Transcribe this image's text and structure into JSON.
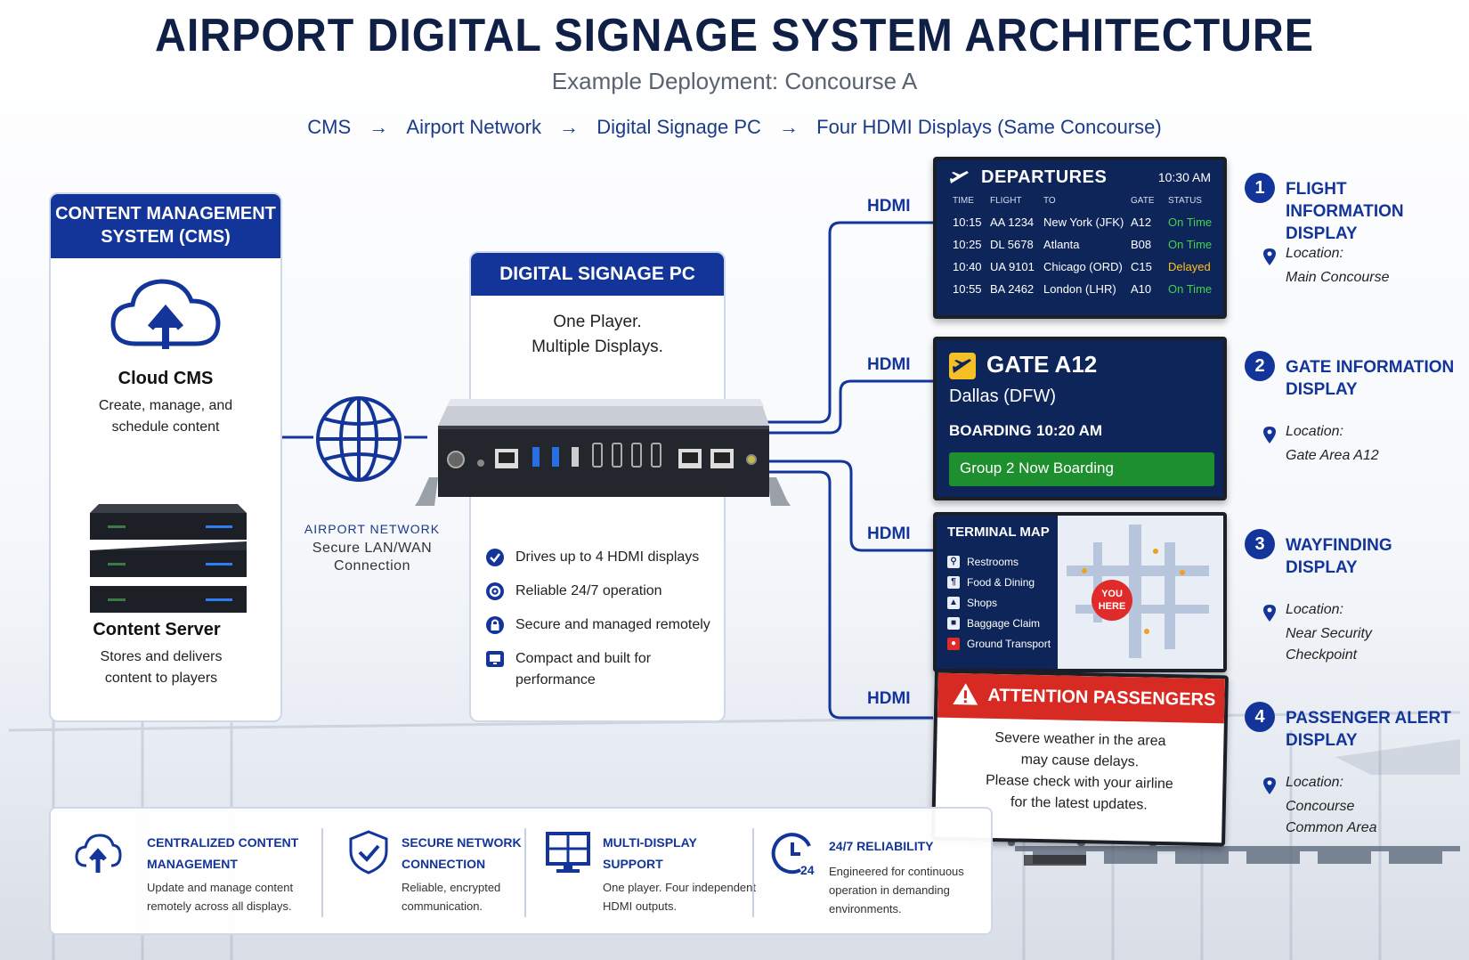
{
  "header": {
    "title": "AIRPORT DIGITAL SIGNAGE SYSTEM ARCHITECTURE",
    "subtitle": "Example Deployment: Concourse A",
    "flow": [
      "CMS",
      "Airport Network",
      "Digital Signage PC",
      "Four HDMI Displays (Same Concourse)"
    ],
    "flow_arrow": "→"
  },
  "colors": {
    "primary": "#13359a",
    "title": "#0f1f45",
    "status_green": "#42d24c",
    "status_amber": "#ffc21a",
    "alert_red": "#d72a22",
    "boarding_green": "#1e8f2f"
  },
  "cms": {
    "heading": "CONTENT MANAGEMENT SYSTEM (CMS)",
    "cloud_title": "Cloud CMS",
    "cloud_desc": "Create, manage, and schedule content",
    "server_title": "Content Server",
    "server_desc": "Stores and delivers content to players",
    "icons": [
      "cloud-upload-icon",
      "server-stack-icon"
    ]
  },
  "network": {
    "title": "AIRPORT NETWORK",
    "desc": "Secure LAN/WAN Connection",
    "icon": "globe-icon"
  },
  "pc": {
    "heading": "DIGITAL SIGNAGE PC",
    "tagline": "One Player. Multiple Displays.",
    "features": [
      {
        "icon": "check-circle-icon",
        "text": "Drives up to 4 HDMI displays"
      },
      {
        "icon": "gear-icon",
        "text": "Reliable 24/7 operation"
      },
      {
        "icon": "lock-icon",
        "text": "Secure and managed remotely"
      },
      {
        "icon": "monitor-icon",
        "text": "Compact and built for performance"
      }
    ]
  },
  "hdmi_label": "HDMI",
  "displays": {
    "departures": {
      "title": "DEPARTURES",
      "time": "10:30 AM",
      "columns": [
        "TIME",
        "FLIGHT",
        "TO",
        "GATE",
        "STATUS"
      ],
      "rows": [
        {
          "time": "10:15",
          "flight": "AA 1234",
          "to": "New York (JFK)",
          "gate": "A12",
          "status": "On Time"
        },
        {
          "time": "10:25",
          "flight": "DL 5678",
          "to": "Atlanta",
          "gate": "B08",
          "status": "On Time"
        },
        {
          "time": "10:40",
          "flight": "UA 9101",
          "to": "Chicago (ORD)",
          "gate": "C15",
          "status": "Delayed"
        },
        {
          "time": "10:55",
          "flight": "BA 2462",
          "to": "London (LHR)",
          "gate": "A10",
          "status": "On Time"
        }
      ]
    },
    "gate": {
      "title": "GATE A12",
      "destination": "Dallas (DFW)",
      "boarding_label": "BOARDING",
      "boarding_time": "10:20 AM",
      "status": "Group 2 Now Boarding"
    },
    "map": {
      "title": "TERMINAL MAP",
      "items": [
        "Restrooms",
        "Food & Dining",
        "Shops",
        "Baggage Claim",
        "Ground Transport"
      ],
      "marker": "YOU HERE"
    },
    "alert": {
      "title": "ATTENTION PASSENGERS",
      "lines": [
        "Severe weather in the area",
        "may cause delays.",
        "Please check with your airline",
        "for the latest updates."
      ]
    }
  },
  "display_info": [
    {
      "number": "1",
      "title": "FLIGHT INFORMATION DISPLAY",
      "location_label": "Location:",
      "location": "Main Concourse"
    },
    {
      "number": "2",
      "title": "GATE INFORMATION DISPLAY",
      "location_label": "Location:",
      "location": "Gate Area A12"
    },
    {
      "number": "3",
      "title": "WAYFINDING DISPLAY",
      "location_label": "Location:",
      "location": "Near Security Checkpoint"
    },
    {
      "number": "4",
      "title": "PASSENGER ALERT DISPLAY",
      "location_label": "Location:",
      "location": "Concourse Common Area"
    }
  ],
  "benefits": [
    {
      "icon": "cloud-upload-icon",
      "title": "CENTRALIZED CONTENT MANAGEMENT",
      "desc": "Update and manage content remotely across all displays."
    },
    {
      "icon": "shield-check-icon",
      "title": "SECURE NETWORK CONNECTION",
      "desc": "Reliable, encrypted communication."
    },
    {
      "icon": "multi-display-icon",
      "title": "MULTI-DISPLAY SUPPORT",
      "desc": "One player. Four independent HDMI outputs."
    },
    {
      "icon": "clock-24-icon",
      "title": "24/7 RELIABILITY",
      "desc": "Engineered for continuous operation in demanding environments."
    }
  ]
}
